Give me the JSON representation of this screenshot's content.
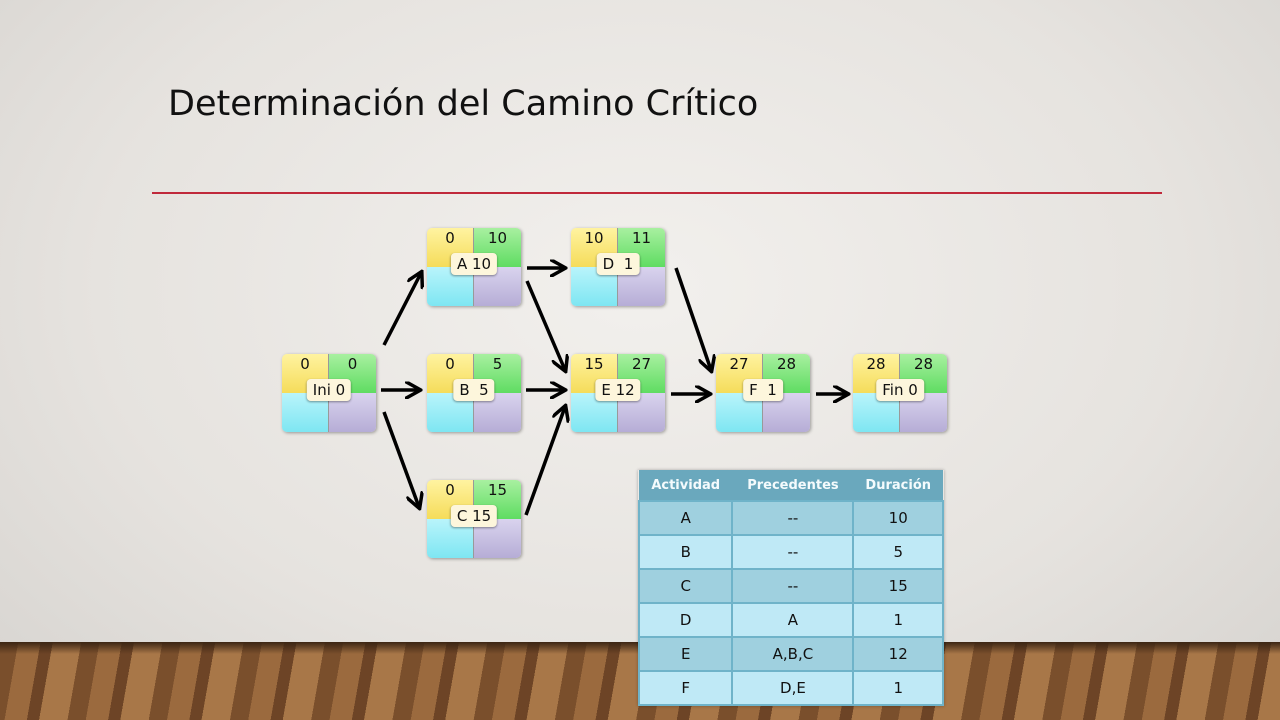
{
  "title": "Determinación del Camino Crítico",
  "colors": {
    "rule": "#c0293b",
    "early": "#f5dc5a",
    "late": "#5fdc62"
  },
  "nodes": [
    {
      "id": "ini",
      "label": "Ini 0",
      "es": "0",
      "ef": "0"
    },
    {
      "id": "a",
      "label": "A 10",
      "es": "0",
      "ef": "10"
    },
    {
      "id": "b",
      "label": "B  5",
      "es": "0",
      "ef": "5"
    },
    {
      "id": "c",
      "label": "C 15",
      "es": "0",
      "ef": "15"
    },
    {
      "id": "d",
      "label": "D  1",
      "es": "10",
      "ef": "11"
    },
    {
      "id": "e",
      "label": "E 12",
      "es": "15",
      "ef": "27"
    },
    {
      "id": "f",
      "label": "F  1",
      "es": "27",
      "ef": "28"
    },
    {
      "id": "fin",
      "label": "Fin 0",
      "es": "28",
      "ef": "28"
    }
  ],
  "table": {
    "headers": [
      "Actividad",
      "Precedentes",
      "Duración"
    ],
    "rows": [
      [
        "A",
        "--",
        "10"
      ],
      [
        "B",
        "--",
        "5"
      ],
      [
        "C",
        "--",
        "15"
      ],
      [
        "D",
        "A",
        "1"
      ],
      [
        "E",
        "A,B,C",
        "12"
      ],
      [
        "F",
        "D,E",
        "1"
      ]
    ]
  }
}
